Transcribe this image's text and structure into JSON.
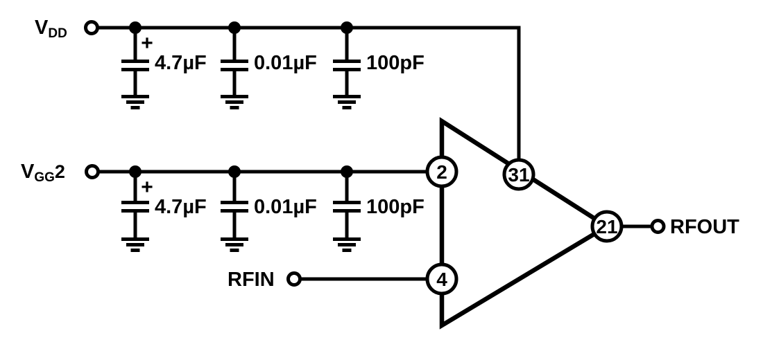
{
  "colors": {
    "ink": "#000000",
    "background": "#ffffff"
  },
  "ports": {
    "vdd": {
      "base": "V",
      "sub": "DD"
    },
    "vgg2": {
      "base": "V",
      "sub": "GG",
      "suffix": "2"
    },
    "rfin": "RFIN",
    "rfout": "RFOUT"
  },
  "rails": [
    {
      "name": "VDD",
      "polarity_mark": "+",
      "capacitors": [
        "4.7µF",
        "0.01µF",
        "100pF"
      ]
    },
    {
      "name": "VGG2",
      "polarity_mark": "+",
      "capacitors": [
        "4.7µF",
        "0.01µF",
        "100pF"
      ]
    }
  ],
  "amplifier": {
    "pin_gate": "2",
    "pin_drain": "31",
    "pin_output": "21",
    "pin_input": "4"
  }
}
